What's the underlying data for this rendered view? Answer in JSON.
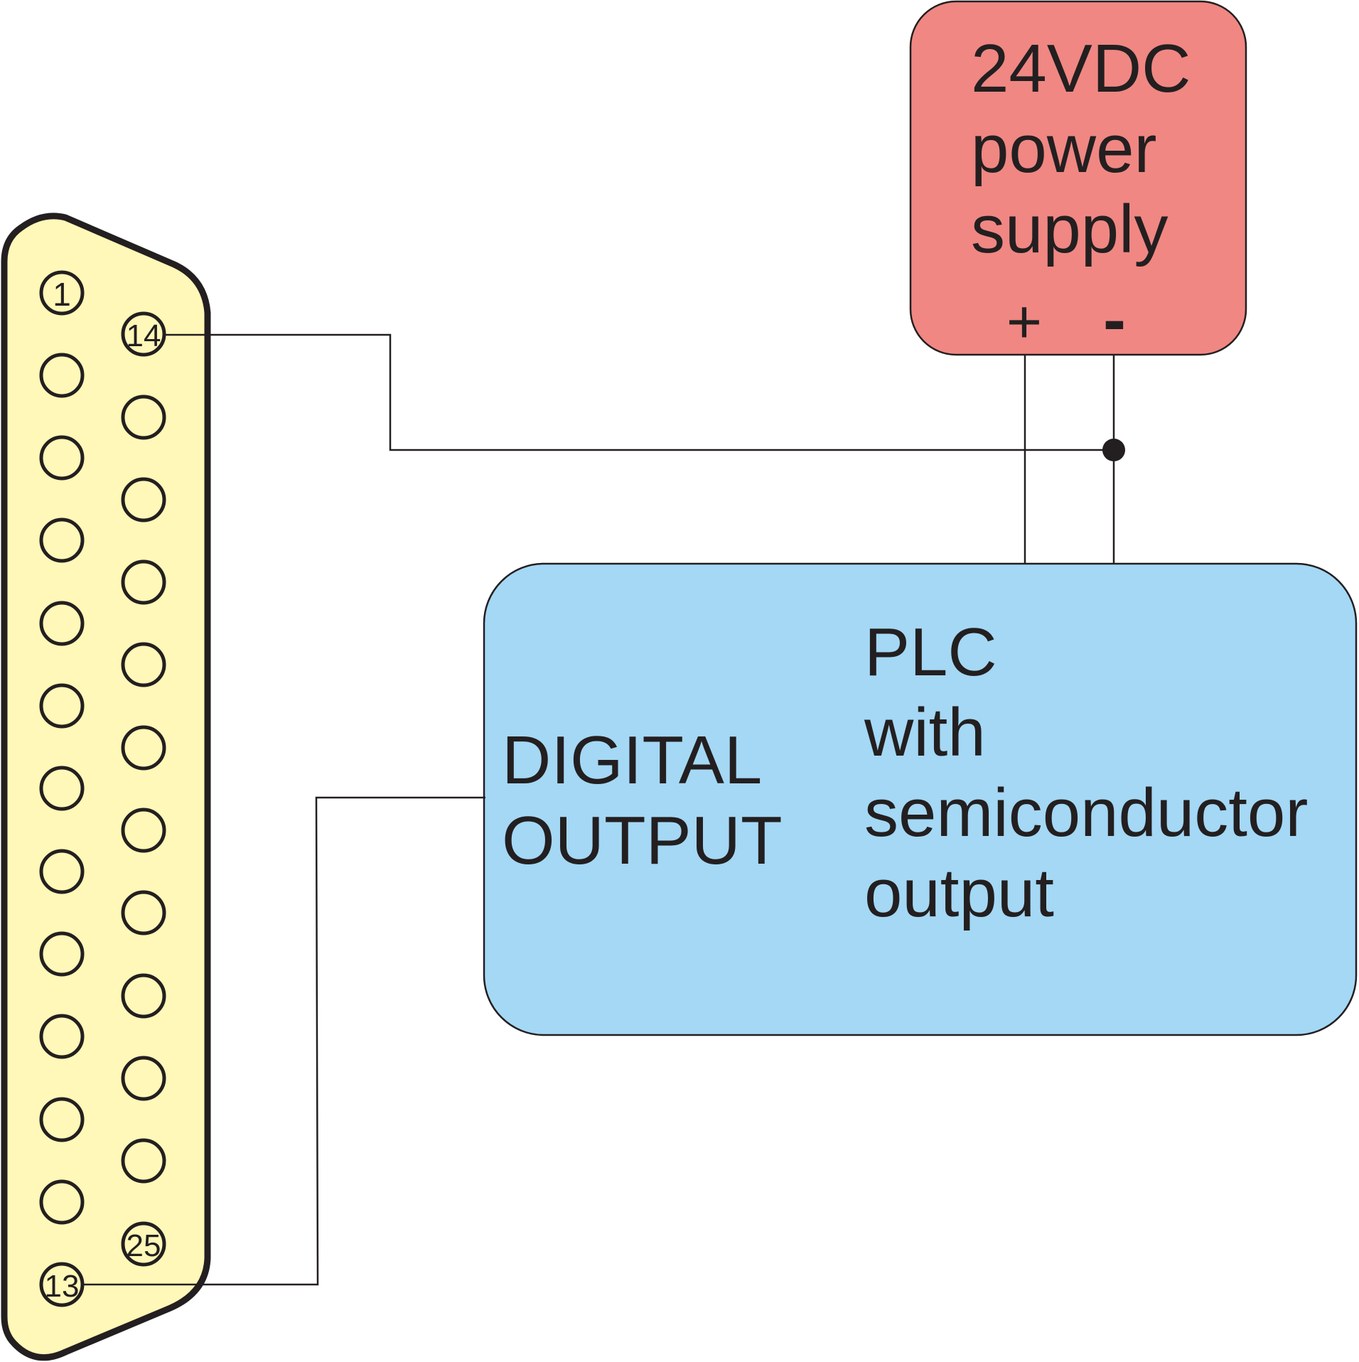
{
  "power_supply": {
    "title_line1": "24VDC",
    "title_line2": "power",
    "title_line3": "supply",
    "plus_label": "+",
    "minus_label": "-",
    "fill_color": "#f08783"
  },
  "plc": {
    "title_line1": "PLC",
    "title_line2": "with",
    "title_line3": "semiconductor",
    "title_line4": "output",
    "digital_output_line1": "DIGITAL",
    "digital_output_line2": "OUTPUT",
    "fill_color": "#a4d8f5"
  },
  "connector": {
    "fill_color": "#fff8b8",
    "pin_1_label": "1",
    "pin_13_label": "13",
    "pin_14_label": "14",
    "pin_25_label": "25"
  },
  "wire_color": "#231f20"
}
